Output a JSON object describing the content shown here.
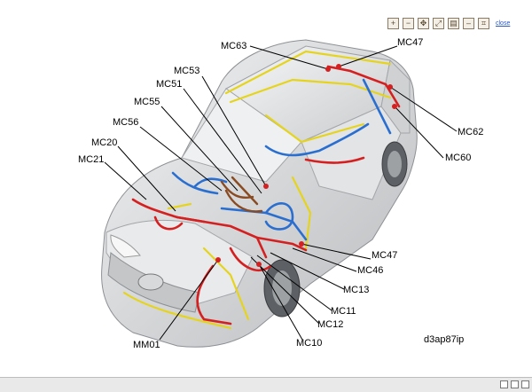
{
  "toolbar": {
    "buttons": [
      {
        "icon": "zoom-in-icon",
        "glyph": "+"
      },
      {
        "icon": "zoom-out-icon",
        "glyph": "−"
      },
      {
        "icon": "pan-icon",
        "glyph": "✥"
      },
      {
        "icon": "fit-icon",
        "glyph": "⤢"
      },
      {
        "icon": "print-icon",
        "glyph": "▤"
      },
      {
        "icon": "minimize-icon",
        "glyph": "–"
      },
      {
        "icon": "expand-icon",
        "glyph": "⌗"
      }
    ],
    "close_label": "close"
  },
  "figure_id": "d3ap87ip",
  "labels": {
    "mc63": "MC63",
    "mc47_top": "MC47",
    "mc53": "MC53",
    "mc51": "MC51",
    "mc55": "MC55",
    "mc56": "MC56",
    "mc20": "MC20",
    "mc21": "MC21",
    "mc62": "MC62",
    "mc60": "MC60",
    "mc47_bottom": "MC47",
    "mc46": "MC46",
    "mc13": "MC13",
    "mc11": "MC11",
    "mc12": "MC12",
    "mc10": "MC10",
    "mm01": "MM01"
  },
  "colors": {
    "harness_red": "#d42020",
    "harness_blue": "#2a6fd0",
    "harness_yellow": "#e6d41c",
    "harness_brown": "#8a4b22",
    "body": "#d9dadc"
  }
}
